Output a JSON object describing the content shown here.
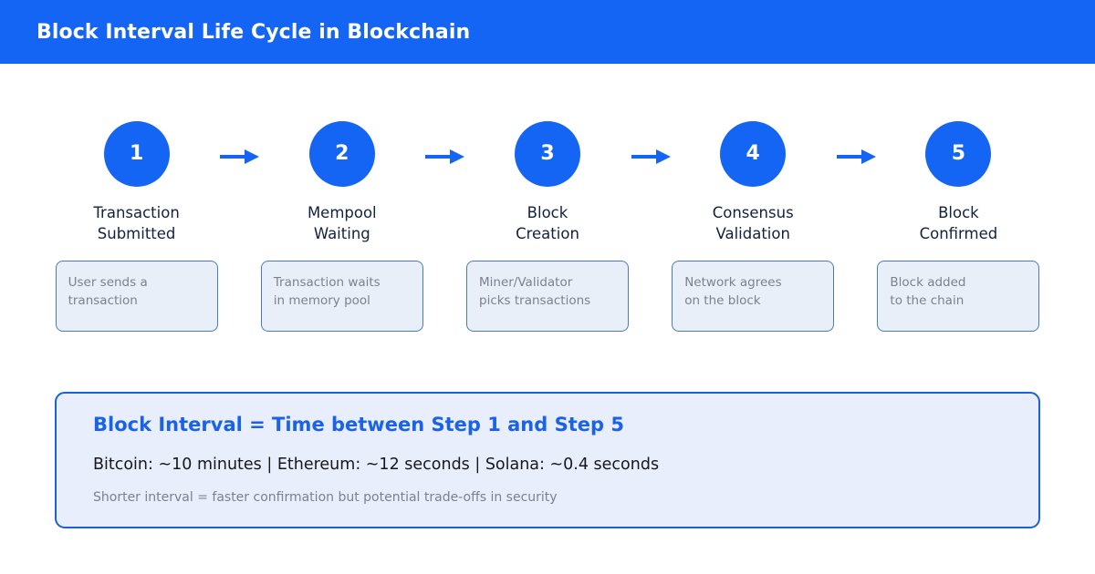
{
  "header": {
    "title": "Block Interval Life Cycle in Blockchain",
    "bg_color": "#1565f5",
    "text_color": "#ffffff"
  },
  "theme": {
    "accent_blue": "#1565f5",
    "callout_border": "#1a62d8",
    "callout_fill": "#e8eefb",
    "desc_fill": "#e9eff9",
    "desc_border": "#4a7cae",
    "label_color": "#14213d",
    "muted_text": "#7a8290",
    "page_bg": "#ffffff"
  },
  "flow": {
    "arrow_icon": "arrow-right-icon",
    "steps": [
      {
        "number": "1",
        "label": "Transaction\nSubmitted",
        "description": "User sends a\ntransaction"
      },
      {
        "number": "2",
        "label": "Mempool\nWaiting",
        "description": "Transaction waits\nin memory pool"
      },
      {
        "number": "3",
        "label": "Block\nCreation",
        "description": "Miner/Validator\npicks transactions"
      },
      {
        "number": "4",
        "label": "Consensus\nValidation",
        "description": "Network agrees\non the block"
      },
      {
        "number": "5",
        "label": "Block\nConfirmed",
        "description": "Block added\nto the chain"
      }
    ]
  },
  "callout": {
    "title": "Block Interval = Time between Step 1 and Step 5",
    "metrics": "Bitcoin: ~10 minutes  |  Ethereum: ~12 seconds  |  Solana: ~0.4 seconds",
    "note": "Shorter interval = faster confirmation but potential trade-offs in security",
    "metric_items": [
      {
        "network": "Bitcoin",
        "interval": "~10 minutes"
      },
      {
        "network": "Ethereum",
        "interval": "~12 seconds"
      },
      {
        "network": "Solana",
        "interval": "~0.4 seconds"
      }
    ]
  }
}
